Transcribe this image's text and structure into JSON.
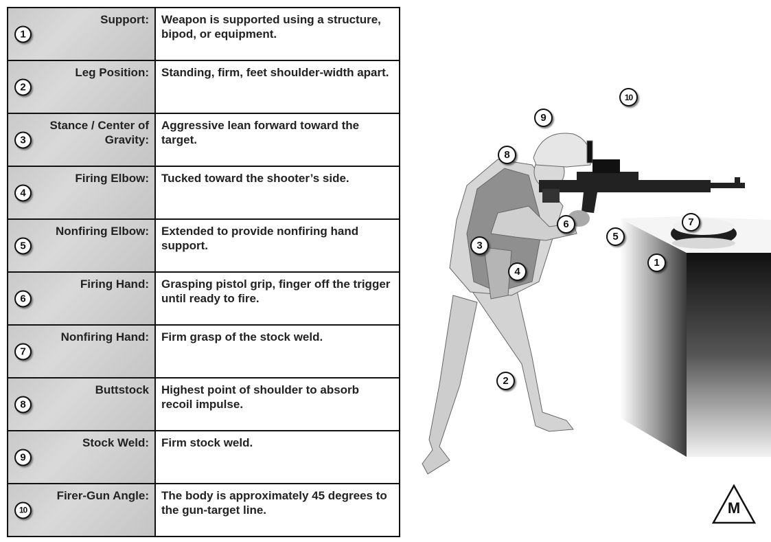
{
  "rows": [
    {
      "num": "1",
      "label": "Support:",
      "desc": "Weapon is supported using a structure, bipod, or equipment."
    },
    {
      "num": "2",
      "label": "Leg Position:",
      "desc": "Standing, firm, feet shoulder-width apart."
    },
    {
      "num": "3",
      "label": "Stance / Center of Gravity:",
      "desc": "Aggressive lean forward toward the target."
    },
    {
      "num": "4",
      "label": "Firing Elbow:",
      "desc": "Tucked toward the shooter’s side."
    },
    {
      "num": "5",
      "label": "Nonfiring Elbow:",
      "desc": "Extended to provide nonfiring hand support."
    },
    {
      "num": "6",
      "label": "Firing Hand:",
      "desc": "Grasping pistol grip, finger off the trigger until ready to fire."
    },
    {
      "num": "7",
      "label": "Nonfiring Hand:",
      "desc": "Firm grasp of the stock weld."
    },
    {
      "num": "8",
      "label": "Buttstock",
      "desc": "Highest point of shoulder to absorb recoil impulse."
    },
    {
      "num": "9",
      "label": "Stock Weld:",
      "desc": "Firm stock weld."
    },
    {
      "num": "10",
      "label": "Firer-Gun Angle:",
      "desc": "The body is approximately 45 degrees to the gun-target line."
    }
  ],
  "callouts": [
    "1",
    "2",
    "3",
    "4",
    "5",
    "6",
    "7",
    "8",
    "9",
    "10"
  ],
  "marker": "M",
  "colors": {
    "border": "#111111",
    "label_bg": "#cccccc",
    "figure_fill": "#d0d0d0",
    "figure_shade": "#a9a9a9",
    "vest": "#8f8f8f",
    "weapon": "#222222"
  }
}
